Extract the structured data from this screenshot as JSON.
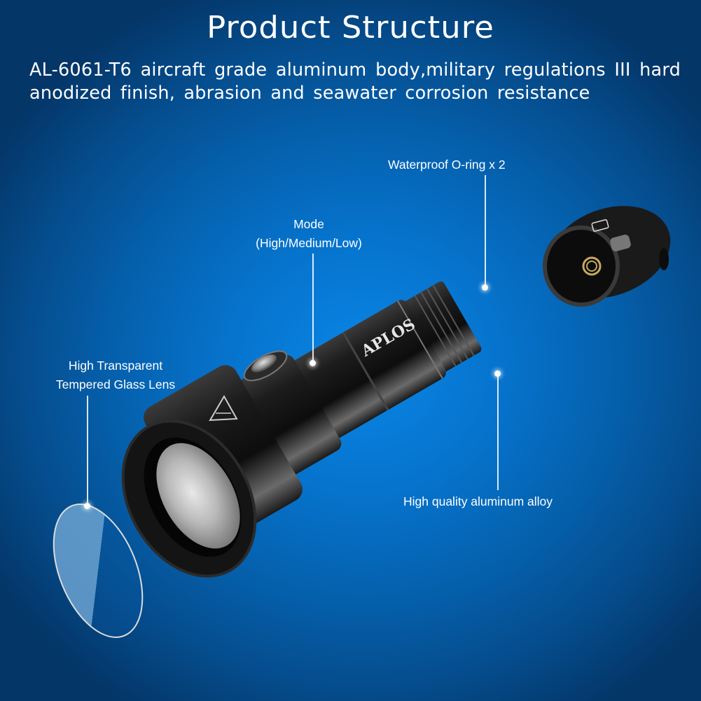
{
  "header": {
    "title": "Product Structure",
    "description": "AL-6061-T6 aircraft grade aluminum body,military regulations III hard anodized finish, abrasion and seawater corrosion resistance"
  },
  "product": {
    "brand_mark": "APLOS",
    "type": "dive flashlight, exploded view"
  },
  "callouts": {
    "oring": {
      "label": "Waterproof O-ring x 2"
    },
    "mode": {
      "line1": "Mode",
      "line2": "(High/Medium/Low)"
    },
    "lens": {
      "line1": "High Transparent",
      "line2": "Tempered Glass Lens"
    },
    "alloy": {
      "label": "High quality aluminum alloy"
    }
  },
  "icons": {
    "battery": "battery-icon",
    "warning_triangle": "dive-logo-triangle-icon"
  },
  "colors": {
    "background_center": "#0a86e6",
    "background_edge": "#043668",
    "text": "#ffffff",
    "body": "#151515"
  }
}
